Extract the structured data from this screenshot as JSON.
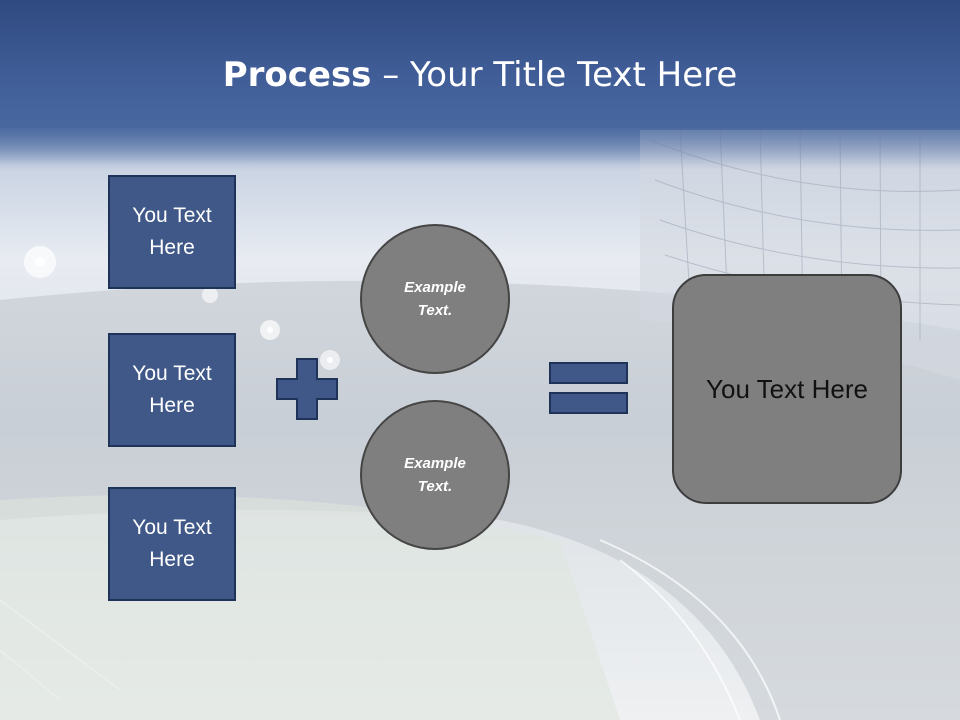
{
  "title": {
    "bold": "Process",
    "rest": " – Your Title Text Here"
  },
  "left_boxes": [
    {
      "text": "You Text Here"
    },
    {
      "text": "You Text Here"
    },
    {
      "text": "You Text Here"
    }
  ],
  "operators": {
    "plus": "plus-icon",
    "equals": "equals-icon"
  },
  "circles": [
    {
      "text": "Example Text."
    },
    {
      "text": "Example Text."
    }
  ],
  "result": {
    "text": "You Text Here"
  },
  "colors": {
    "title_band": "#3f5c96",
    "box_fill": "#3f5887",
    "box_border": "#1f3358",
    "shape_gray": "#7f7f7f",
    "operator_fill": "#3f5887"
  }
}
